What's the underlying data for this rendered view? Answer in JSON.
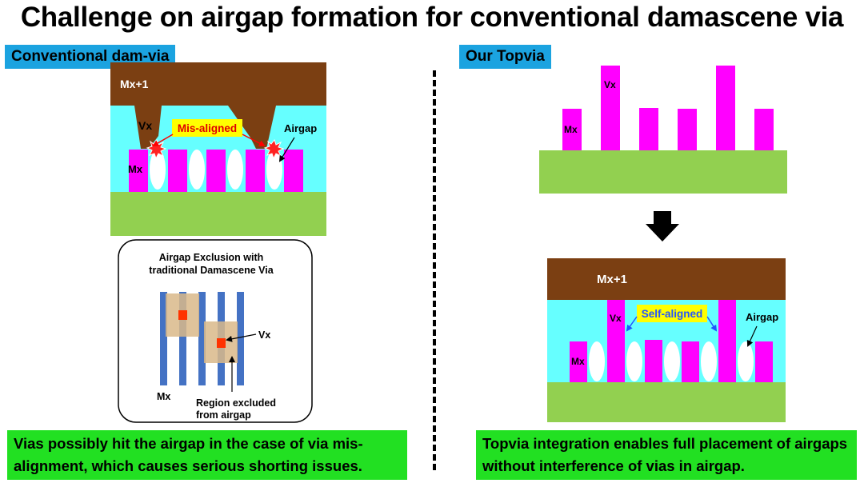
{
  "title": "Challenge on airgap formation for conventional damascene via",
  "left": {
    "header": "Conventional dam-via",
    "mx1_label": "Mx+1",
    "vx_label": "Vx",
    "misaligned_label": "Mis-aligned",
    "airgap_label": "Airgap",
    "mx_label": "Mx",
    "inset": {
      "title_line1": "Airgap Exclusion with",
      "title_line2": "traditional Damascene Via",
      "vx_label": "Vx",
      "mx_label": "Mx",
      "region_line1": "Region excluded",
      "region_line2": "from airgap"
    },
    "caption": "Vias possibly hit the airgap in the case of via mis-alignment, which causes serious shorting issues."
  },
  "right": {
    "header": "Our Topvia",
    "vx_label": "Vx",
    "mx_label": "Mx",
    "bottom": {
      "mx1_label": "Mx+1",
      "self_aligned_label": "Self-aligned",
      "vx_label": "Vx",
      "airgap_label": "Airgap",
      "mx_label": "Mx"
    },
    "caption": "Topvia integration enables full placement of airgaps without interference of vias in airgap."
  },
  "colors": {
    "metal_top": "#7b3f12",
    "dielectric": "#66ffff",
    "metal_line": "#ff00ff",
    "substrate": "#92d050",
    "label_bg": "#1ba3e0",
    "caption_bg": "#22e022",
    "inset_line": "#4472c4",
    "exclusion": "#d9b98a",
    "via_square": "#ff3300"
  }
}
